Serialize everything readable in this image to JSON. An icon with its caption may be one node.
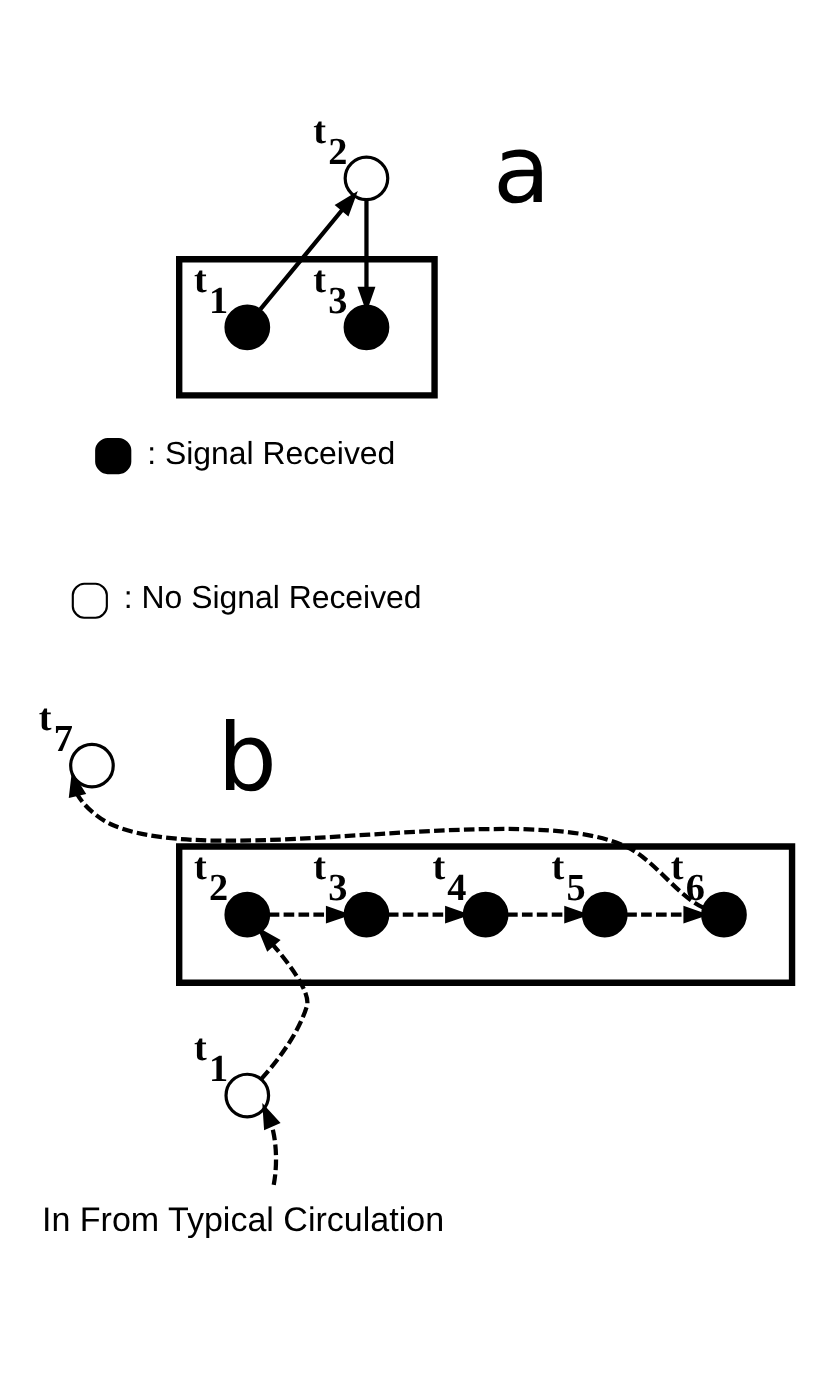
{
  "diagram": {
    "nodes": [
      {
        "text": [],
        "shape": "box"
      },
      {
        "text": [],
        "shape": "circle",
        "in": 0,
        "beside": [
          "t$_{1}$"
        ]
      },
      {
        "text": [],
        "shape": "circle",
        "beside": [
          "t$_{2}$"
        ]
      },
      {
        "text": [],
        "shape": "circle",
        "in": 0,
        "beside": [
          "t$_{3}$"
        ]
      },
      {
        "text": [],
        "shape": "circle",
        "beside": [
          "t$_{7}$"
        ]
      },
      {
        "text": [],
        "shape": "box"
      },
      {
        "text": [],
        "shape": "circle",
        "in": 5,
        "beside": [
          "t$_{2}$"
        ]
      },
      {
        "text": [],
        "shape": "circle",
        "in": 5,
        "beside": [
          "t$_{3}$"
        ]
      },
      {
        "text": [],
        "shape": "circle",
        "in": 5,
        "beside": [
          "t$_{4}$"
        ]
      },
      {
        "text": [],
        "shape": "circle",
        "in": 5,
        "beside": [
          "t$_{5}$"
        ]
      },
      {
        "text": [],
        "shape": "circle",
        "in": 5,
        "beside": [
          "t$_{6}$"
        ]
      },
      {
        "text": [],
        "shape": "circle",
        "beside": [
          "t$_{1}$"
        ]
      },
      {
        "text": [
          "In From Typical Circulation"
        ]
      }
    ],
    "edges": [
      {
        "from": 1,
        "to": 2,
        "arrow": "to"
      },
      {
        "from": 2,
        "to": 3,
        "arrow": "to"
      },
      {
        "from": 12,
        "to": 11,
        "arrow": "to",
        "style": "dashed"
      },
      {
        "from": 11,
        "to": 6,
        "arrow": "to",
        "style": "dashed"
      },
      {
        "from": 6,
        "to": 7,
        "arrow": "to",
        "style": "dashed"
      },
      {
        "from": 7,
        "to": 8,
        "arrow": "to",
        "style": "dashed"
      },
      {
        "from": 8,
        "to": 9,
        "arrow": "to",
        "style": "dashed"
      },
      {
        "from": 9,
        "to": 10,
        "arrow": "to",
        "style": "dashed"
      },
      {
        "from": 10,
        "to": 4,
        "arrow": "to",
        "style": "dashed"
      }
    ],
    "labels": [
      "a",
      "b"
    ],
    "legend": [
      {
        "text": ": Signal Received",
        "color": "#000000"
      },
      {
        "text": ": No Signal Received",
        "color": "#ffffff"
      }
    ]
  }
}
